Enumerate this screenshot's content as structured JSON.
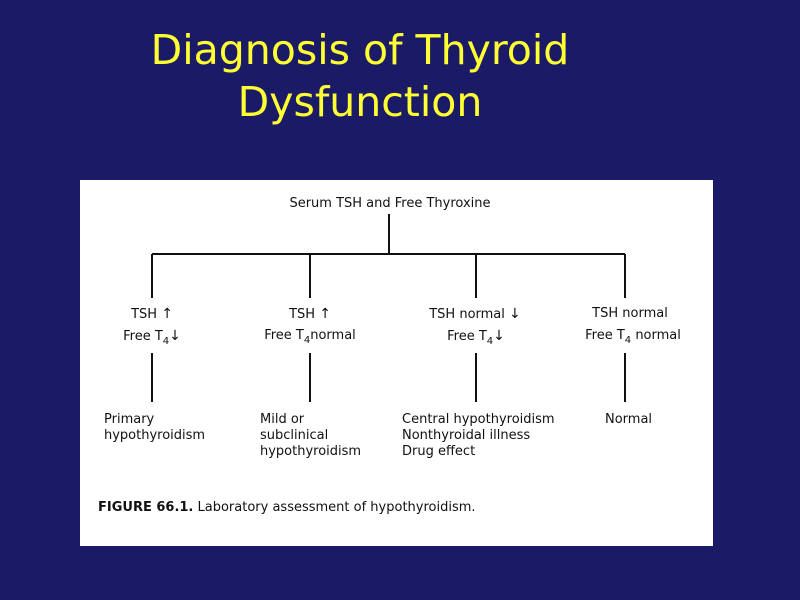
{
  "slide": {
    "title_line1": "Diagnosis of Thyroid",
    "title_line2": "Dysfunction"
  },
  "diagram": {
    "root": "Serum TSH and Free Thyroxine",
    "branches": [
      {
        "tsh": "TSH",
        "tsh_arrow": "↑",
        "free_prefix": "Free T",
        "free_sub": "4",
        "free_suffix": "↓",
        "outcome": [
          "Primary",
          "hypothyroidism"
        ]
      },
      {
        "tsh": "TSH",
        "tsh_arrow": "↑",
        "free_prefix": "Free T",
        "free_sub": "4",
        "free_suffix": "normal",
        "outcome": [
          "Mild or",
          "subclinical",
          "hypothyroidism"
        ]
      },
      {
        "tsh": "TSH normal",
        "tsh_arrow": "↓",
        "free_prefix": "Free T",
        "free_sub": "4",
        "free_suffix": "↓",
        "outcome": [
          "Central hypothyroidism",
          "Nonthyroidal illness",
          "Drug effect"
        ]
      },
      {
        "tsh": "TSH normal",
        "tsh_arrow": "",
        "free_prefix": "Free T",
        "free_sub": "4",
        "free_suffix": "normal",
        "outcome": [
          "Normal"
        ]
      }
    ],
    "caption_label": "FIGURE 66.1.",
    "caption_text": "Laboratory assessment of hypothyroidism."
  }
}
